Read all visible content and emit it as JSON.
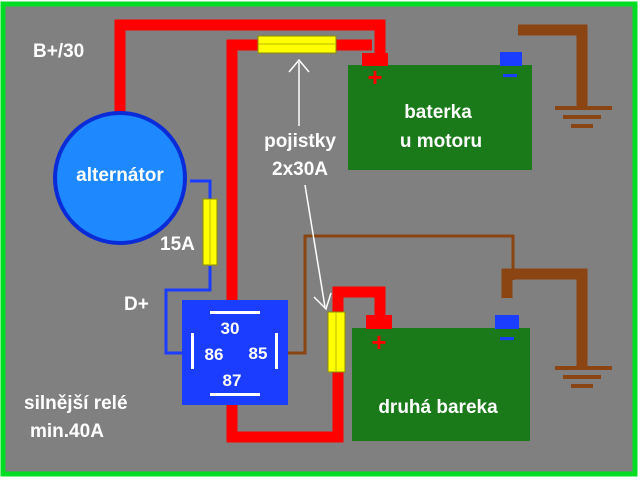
{
  "labels": {
    "b_plus": "B+/30",
    "alternator": "alternátor",
    "fuse_15a": "15A",
    "d_plus": "D+",
    "fuses_line1": "pojistky",
    "fuses_line2": "2x30A",
    "battery1_line1": "baterka",
    "battery1_line2": "u motoru",
    "battery2": "druhá bareka",
    "relay_pin_30": "30",
    "relay_pin_86": "86",
    "relay_pin_85": "85",
    "relay_pin_87": "87",
    "relay_line1": "silnější relé",
    "relay_line2": "min.40A"
  },
  "battery_signs": {
    "positive": "+",
    "negative": "−"
  },
  "colors": {
    "frame": "#00dd22",
    "background": "#808080",
    "power_wire": "#ff0000",
    "signal_wire": "#1a3dff",
    "ground_wire": "#8b4513",
    "fuse": "#ffff00",
    "battery": "#1a7a1a",
    "alternator": "#1e88ff",
    "relay": "#1a3dff",
    "text": "#ffffff"
  }
}
